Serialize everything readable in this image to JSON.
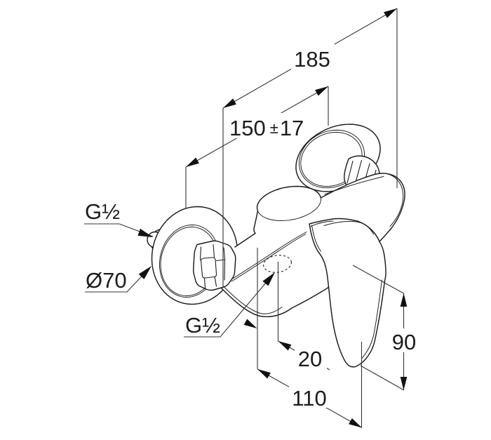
{
  "document": {
    "type": "technical dimension drawing",
    "subject": "single-lever shower mixer, exposed wall-mounted",
    "background_color": "#ffffff",
    "line_color": "#1c1c1c"
  },
  "dimensions": {
    "projection": {
      "value": "185"
    },
    "center_distance": {
      "value": "150",
      "tolerance_sign": "±",
      "tolerance": "17"
    },
    "connection_thread": {
      "value": "G½"
    },
    "flange_diameter": {
      "value": "Ø70"
    },
    "outlet_thread": {
      "value": "G½"
    },
    "outlet_offset": {
      "value": "20"
    },
    "handle_height": {
      "value": "90"
    },
    "body_length": {
      "value": "110"
    }
  }
}
